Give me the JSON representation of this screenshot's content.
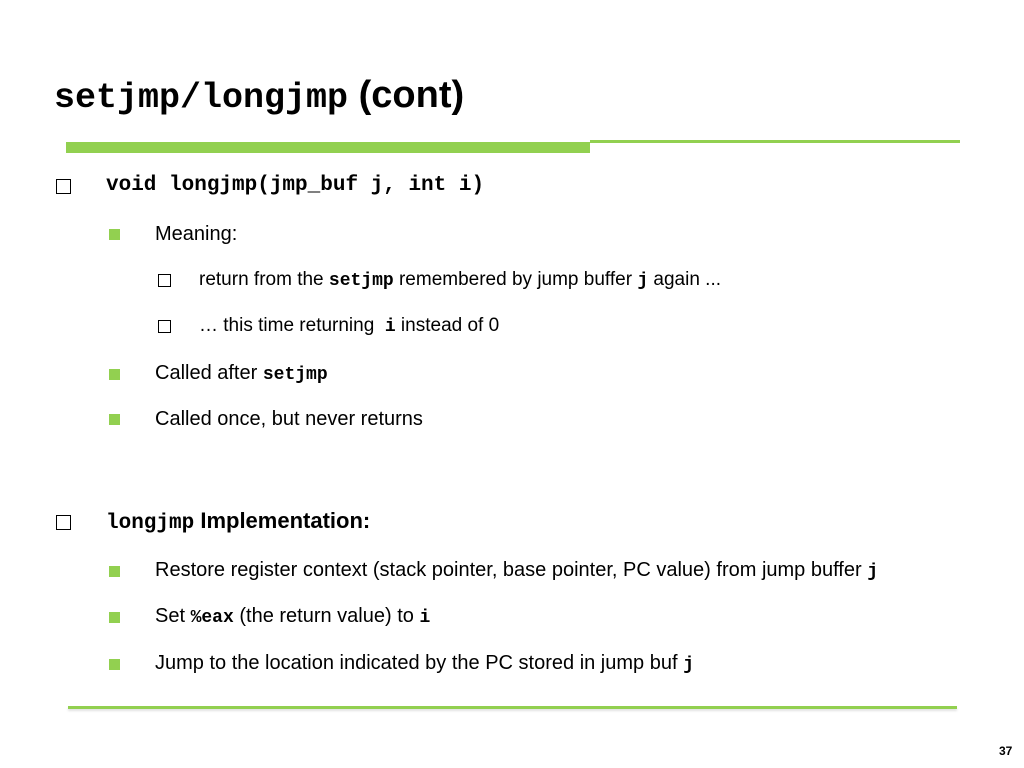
{
  "accent_color": "#92D050",
  "title": {
    "code": "setjmp/longjmp",
    "text": "(cont)"
  },
  "section1": {
    "code": "void longjmp(jmp_buf j, int i)",
    "meaning_label": "Meaning:",
    "sub1": {
      "pre": "return from the ",
      "code1": "setjmp",
      "mid": " remembered by jump buffer ",
      "code2": "j",
      "post": " again ..."
    },
    "sub2": {
      "pre": "… this time returning  ",
      "code": "i",
      "post": " instead of 0"
    },
    "called_after": {
      "pre": "Called after ",
      "code": "setjmp"
    },
    "called_once": "Called once, but never returns"
  },
  "section2": {
    "code": "longjmp",
    "heading": " Implementation:",
    "restore": {
      "pre": "Restore register context (stack pointer, base pointer, PC value) from jump buffer ",
      "code": "j"
    },
    "set_eax": {
      "pre": "Set ",
      "code1": "%eax",
      "mid": " (the return value) to ",
      "code2": "i"
    },
    "jump": {
      "pre": "Jump to the location indicated by the PC stored in jump buf ",
      "code": "j"
    }
  },
  "page_number": "37"
}
